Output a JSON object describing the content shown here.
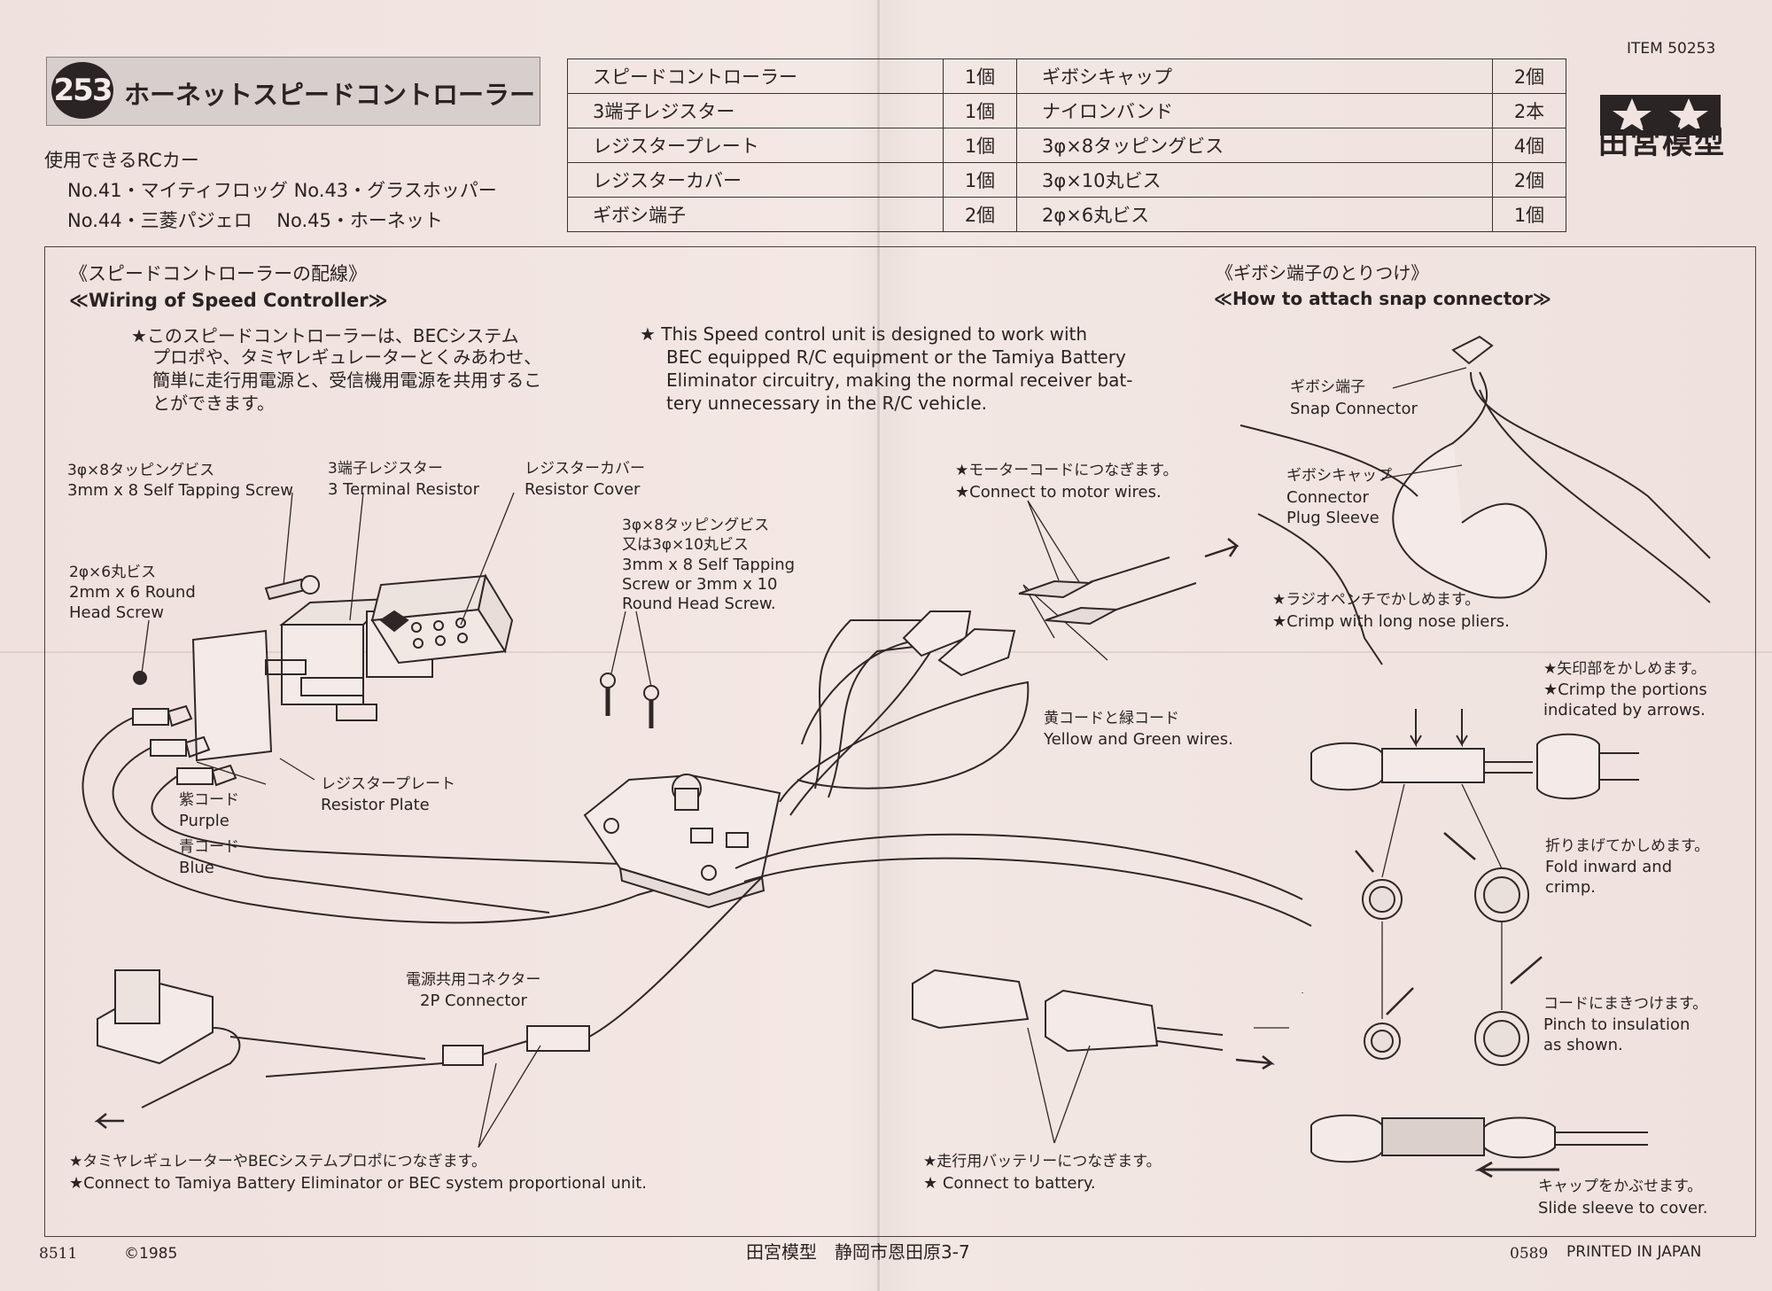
{
  "header": {
    "item_number": "ITEM 50253",
    "badge_number": "253",
    "title": "ホーネットスピードコントローラー",
    "logo_text": "田宮模型"
  },
  "compatible": {
    "heading": "使用できるRCカー",
    "line1": "No.41・マイティフロッグ No.43・グラスホッパー",
    "line2": "No.44・三菱パジェロ　 No.45・ホーネット"
  },
  "parts_table": {
    "rows": [
      {
        "name1": "スピードコントローラー",
        "qty1": "1個",
        "name2": "ギボシキャップ",
        "qty2": "2個"
      },
      {
        "name1": "3端子レジスター",
        "qty1": "1個",
        "name2": "ナイロンバンド",
        "qty2": "2本"
      },
      {
        "name1": "レジスタープレート",
        "qty1": "1個",
        "name2": "3φ×8タッピングビス",
        "qty2": "4個"
      },
      {
        "name1": "レジスターカバー",
        "qty1": "1個",
        "name2": "3φ×10丸ビス",
        "qty2": "2個"
      },
      {
        "name1": "ギボシ端子",
        "qty1": "2個",
        "name2": "2φ×6丸ビス",
        "qty2": "1個"
      }
    ]
  },
  "wiring": {
    "heading_jp": "《スピードコントローラーの配線》",
    "heading_en": "≪Wiring of Speed Controller≫",
    "intro_jp": [
      "★このスピードコントローラーは、BECシステム",
      "プロポや、タミヤレギュレーターとくみあわせ、",
      "簡単に走行用電源と、受信機用電源を共用するこ",
      "とができます。"
    ],
    "intro_en": [
      "★ This Speed control unit is designed to work with",
      "BEC equipped R/C equipment or the Tamiya Battery",
      "Eliminator circuitry, making the normal receiver bat-",
      "tery unnecessary in the R/C vehicle."
    ],
    "label_screw_jp": "3φ×8タッピングビス",
    "label_screw_en": "3mm x 8 Self Tapping Screw",
    "label_resistor_jp": "3端子レジスター",
    "label_resistor_en": "3 Terminal Resistor",
    "label_cover_jp": "レジスターカバー",
    "label_cover_en": "Resistor Cover",
    "label_round_jp": "2φ×6丸ビス",
    "label_round_en1": "2mm x 6 Round",
    "label_round_en2": "Head Screw",
    "label_screw2_jp1": "3φ×8タッピングビス",
    "label_screw2_jp2": "又は3φ×10丸ビス",
    "label_screw2_en1": "3mm x 8 Self Tapping",
    "label_screw2_en2": "Screw  or  3mm  x  10",
    "label_screw2_en3": "Round Head Screw.",
    "label_plate_jp": "レジスタープレート",
    "label_plate_en": "Resistor Plate",
    "label_purple_jp": "紫コード",
    "label_purple_en": "Purple",
    "label_blue_jp": "青コード",
    "label_blue_en": "Blue",
    "label_motor_jp": "★モーターコードにつなぎます。",
    "label_motor_en": "★Connect to motor wires.",
    "label_yg_jp": "黄コードと緑コード",
    "label_yg_en": "Yellow and Green wires.",
    "label_2p_jp": "電源共用コネクター",
    "label_2p_en": "2P Connector",
    "label_bec_jp": "★タミヤレギュレーターやBECシステムプロポにつなぎます。",
    "label_bec_en": "★Connect to Tamiya Battery Eliminator or BEC system proportional unit.",
    "label_batt_jp": "★走行用バッテリーにつなぎます。",
    "label_batt_en": "★ Connect to battery."
  },
  "snap": {
    "heading_jp": "《ギボシ端子のとりつけ》",
    "heading_en": "≪How to attach snap connector≫",
    "label_connector_jp": "ギボシ端子",
    "label_connector_en": "Snap Connector",
    "label_cap_jp": "ギボシキャップ",
    "label_cap_en1": "Connector",
    "label_cap_en2": "Plug Sleeve",
    "label_crimp_jp": "★ラジオペンチでかしめます。",
    "label_crimp_en": "★Crimp with long nose pliers.",
    "label_arrows_jp": "★矢印部をかしめます。",
    "label_arrows_en1": "★Crimp the portions",
    "label_arrows_en2": "indicated by arrows.",
    "label_fold_jp": "折りまげてかしめます。",
    "label_fold_en1": "Fold inward and",
    "label_fold_en2": "crimp.",
    "label_pinch_jp": "コードにまきつけます。",
    "label_pinch_en1": "Pinch to insulation",
    "label_pinch_en2": "as shown.",
    "label_slide_jp": "キャップをかぶせます。",
    "label_slide_en": "Slide sleeve to cover."
  },
  "footer": {
    "code": "8511",
    "copyright": "©1985",
    "address": "田宮模型　静岡市恩田原3-7",
    "code2": "0589",
    "printed": "PRINTED IN JAPAN"
  }
}
